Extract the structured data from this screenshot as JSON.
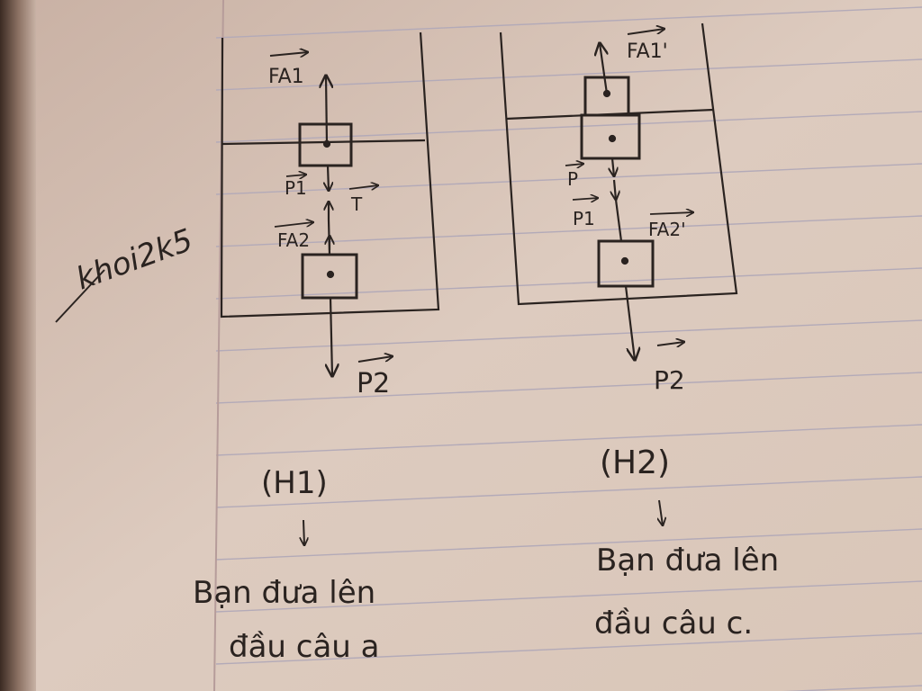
{
  "colors": {
    "paper": "#dcc9bb",
    "paper_dark": "#b59d8e",
    "rule_line": "#b3aab8",
    "margin_line": "#b69c9a",
    "ink": "#2a2320"
  },
  "margin_note": "khoi2k5",
  "figure_h1": {
    "labels": {
      "fa1": "FA1",
      "p1": "P1",
      "t": "T",
      "fa2": "FA2",
      "p2": "P2"
    },
    "caption": "(H1)",
    "arrow": "↓",
    "note_line1": "Bạn đưa lên",
    "note_line2": "đầu câu a"
  },
  "figure_h2": {
    "labels": {
      "fa1": "FA1'",
      "p": "P",
      "p1": "P1",
      "fa2": "FA2'",
      "p2": "P2"
    },
    "caption": "(H2)",
    "arrow": "↓",
    "note_line1": "Bạn đưa lên",
    "note_line2": "đầu câu c."
  }
}
